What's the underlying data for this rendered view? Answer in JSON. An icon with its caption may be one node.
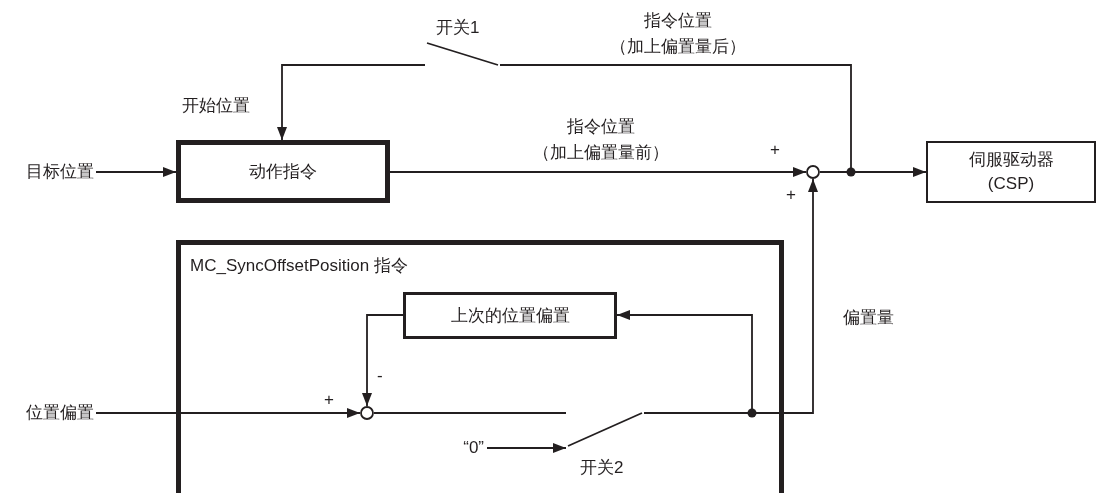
{
  "diagram": {
    "nodes": [
      {
        "text": [
          "目标位置"
        ]
      },
      {
        "text": [
          "动作指令"
        ]
      },
      {
        "text": [
          "伺服驱动器 (CSP)"
        ]
      },
      {
        "text": [
          "MC_SyncOffsetPosition 指令"
        ]
      },
      {
        "text": [
          "上次的位置偏置"
        ],
        "in": 3
      },
      {
        "text": [],
        "shape": "circle"
      },
      {
        "text": [],
        "shape": "circle",
        "in": 3
      },
      {
        "text": [
          "位置偏置"
        ]
      },
      {
        "text": [
          "“0”"
        ],
        "in": 3
      },
      {
        "text": [
          "开关1"
        ]
      },
      {
        "text": [
          "开关2"
        ],
        "in": 3
      }
    ],
    "edges": [
      {
        "from": 0,
        "to": 1,
        "arrow": "to"
      },
      {
        "from": 1,
        "to": 5,
        "arrow": "to",
        "label": "指令位置（加上偏置量前）"
      },
      {
        "from": 5,
        "to": 2,
        "arrow": "to"
      },
      {
        "from": 5,
        "to": 9,
        "arrow": "none",
        "label": "指令位置（加上偏置量后）"
      },
      {
        "from": 9,
        "to": 1,
        "arrow": "to",
        "label": "开始位置"
      },
      {
        "from": 7,
        "to": 6,
        "arrow": "to"
      },
      {
        "from": 4,
        "to": 6,
        "arrow": "to"
      },
      {
        "from": 6,
        "to": 10,
        "arrow": "none"
      },
      {
        "from": 10,
        "to": 4,
        "arrow": "to"
      },
      {
        "from": 10,
        "to": 5,
        "arrow": "to",
        "label": "偏置量"
      },
      {
        "from": 8,
        "to": 10,
        "arrow": "to"
      }
    ],
    "labels": [
      "+",
      "+",
      "+",
      "-"
    ]
  }
}
